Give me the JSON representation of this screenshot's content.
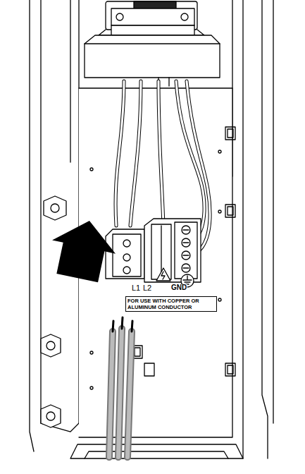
{
  "diagram": {
    "labels": [
      "L1",
      "L2",
      "GND",
      "FOR USE WITH COPPER OR ALUMINUM CONDUCTOR"
    ]
  }
}
